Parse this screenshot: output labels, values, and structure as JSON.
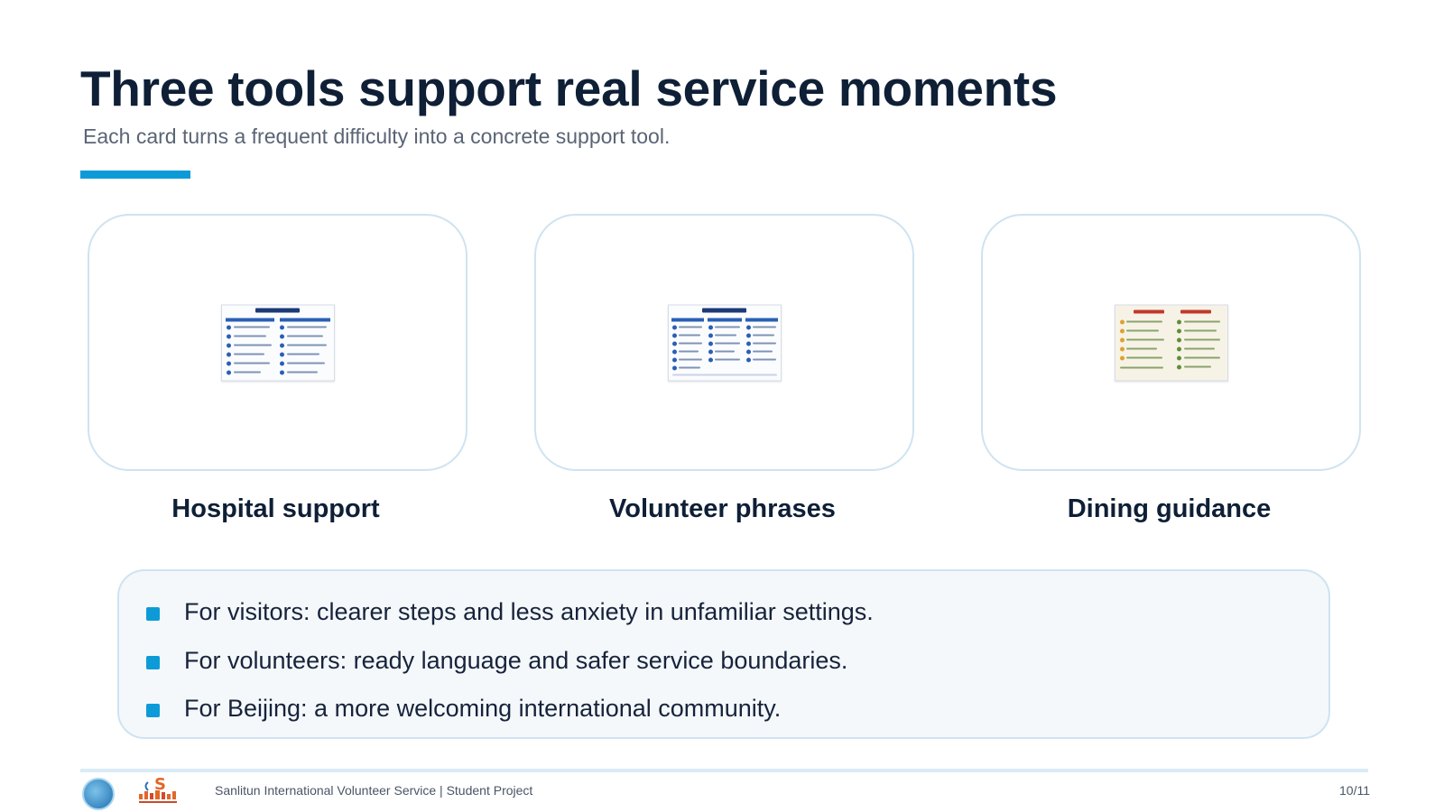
{
  "slide": {
    "title": "Three tools support real service moments",
    "subtitle": "Each card turns a frequent difficulty into a concrete support tool.",
    "accent_color": "#0d9bd8"
  },
  "cards": [
    {
      "label": "Hospital support",
      "thumbnail_icon": "hospital-visit-instruction-document"
    },
    {
      "label": "Volunteer phrases",
      "thumbnail_icon": "volunteer-phrase-guide-document"
    },
    {
      "label": "Dining guidance",
      "thumbnail_icon": "dining-guide-document"
    }
  ],
  "benefits": [
    "For visitors: clearer steps and less anxiety in unfamiliar settings.",
    "For volunteers: ready language and safer service boundaries.",
    "For Beijing: a more welcoming international community."
  ],
  "footer": {
    "text": "Sanlitun International Volunteer Service | Student Project",
    "page": "10/11",
    "logo_icons": [
      "globe-emblem-logo",
      "sanlitun-volunteer-logo"
    ]
  }
}
